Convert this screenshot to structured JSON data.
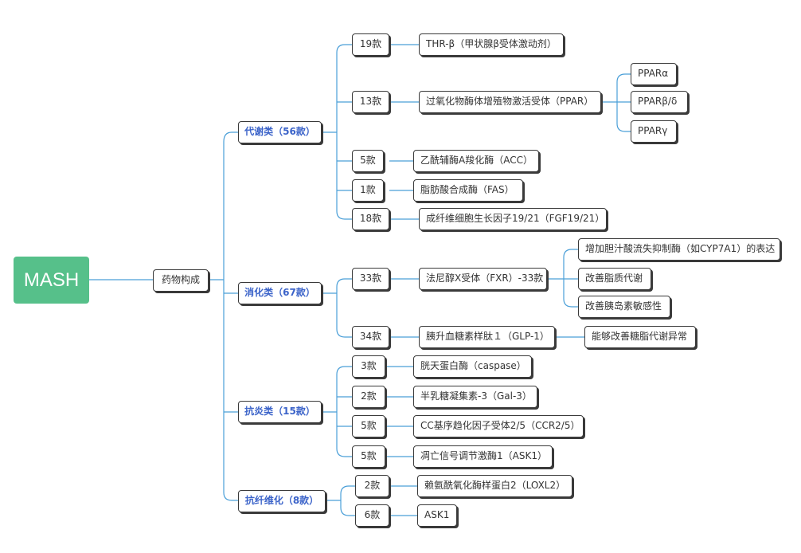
{
  "root": {
    "label": "MASH"
  },
  "hub": {
    "label": "药物构成"
  },
  "categories": [
    {
      "label": "代谢类（56款）",
      "branches": [
        {
          "count": "19款",
          "target": "THR-β（甲状腺β受体激动剂）"
        },
        {
          "count": "13款",
          "target": "过氧化物酶体增殖物激活受体（PPAR）",
          "subtypes": [
            "PPARα",
            "PPARβ/δ",
            "PPARγ"
          ]
        },
        {
          "count": "5款",
          "target": "乙酰辅酶A羧化酶（ACC）"
        },
        {
          "count": "1款",
          "target": "脂肪酸合成酶（FAS）"
        },
        {
          "count": "18款",
          "target": "成纤维细胞生长因子19/21（FGF19/21）"
        }
      ]
    },
    {
      "label": "消化类（67款）",
      "branches": [
        {
          "count": "33款",
          "target": "法尼醇X受体（FXR）-33款",
          "effects": [
            "增加胆汁酸流失抑制酶（如CYP7A1）的表达",
            "改善脂质代谢",
            "改善胰岛素敏感性"
          ]
        },
        {
          "count": "34款",
          "target": "胰升血糖素样肽１（GLP-1）",
          "effects": [
            "能够改善糖脂代谢异常"
          ]
        }
      ]
    },
    {
      "label": "抗炎类（15款）",
      "branches": [
        {
          "count": "3款",
          "target": "胱天蛋白酶（caspase）"
        },
        {
          "count": "2款",
          "target": "半乳糖凝集素-3（Gal-3）"
        },
        {
          "count": "5款",
          "target": "CC基序趋化因子受体2/5（CCR2/5）"
        },
        {
          "count": "5款",
          "target": "凋亡信号调节激酶1（ASK1）"
        }
      ]
    },
    {
      "label": "抗纤维化（8款）",
      "branches": [
        {
          "count": "2款",
          "target": "赖氨酰氧化酶样蛋白2（LOXL2）"
        },
        {
          "count": "6款",
          "target": "ASK1"
        }
      ]
    }
  ],
  "colors": {
    "root": "#56c08a",
    "link": "#4a9fd8",
    "category_text": "#3b63c9",
    "border": "#3a3a3a"
  }
}
